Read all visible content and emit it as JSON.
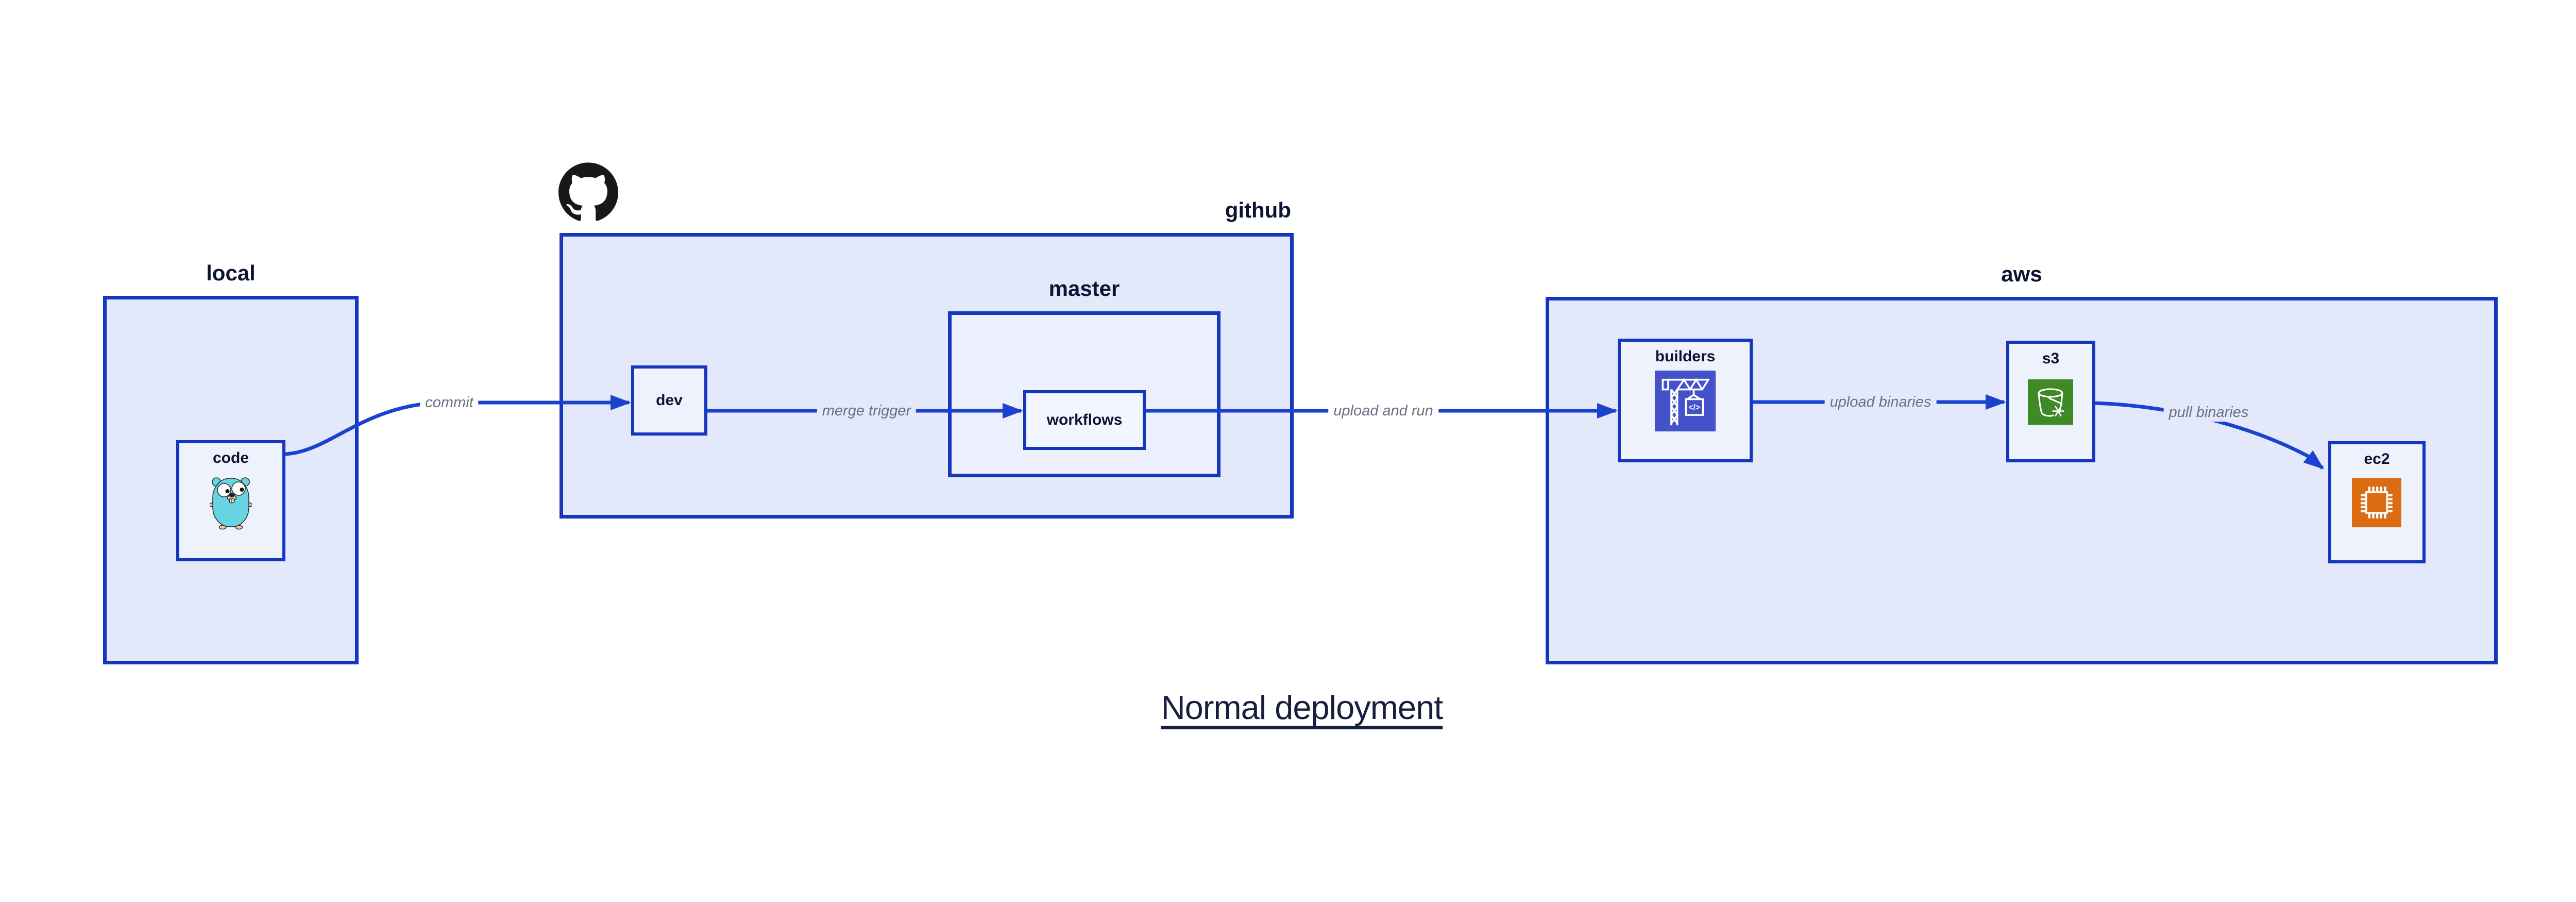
{
  "title": {
    "text": "Normal deployment"
  },
  "containers": {
    "local": {
      "label": "local"
    },
    "github": {
      "label": "github"
    },
    "master": {
      "label": "master"
    },
    "aws": {
      "label": "aws"
    }
  },
  "nodes": {
    "code": {
      "label": "code",
      "icon": "go-gopher-icon"
    },
    "dev": {
      "label": "dev"
    },
    "workflows": {
      "label": "workflows"
    },
    "builders": {
      "label": "builders",
      "icon": "codebuild-crane-icon"
    },
    "s3": {
      "label": "s3",
      "icon": "s3-bucket-snowflake-icon"
    },
    "ec2": {
      "label": "ec2",
      "icon": "ec2-chip-icon"
    }
  },
  "edges": [
    {
      "from": "code",
      "to": "dev",
      "label": "commit"
    },
    {
      "from": "dev",
      "to": "workflows",
      "label": "merge trigger"
    },
    {
      "from": "workflows",
      "to": "builders",
      "label": "upload and run"
    },
    {
      "from": "builders",
      "to": "s3",
      "label": "upload binaries"
    },
    {
      "from": "s3",
      "to": "ec2",
      "label": "pull binaries"
    }
  ],
  "icons": {
    "github_logo": "github-octocat-icon",
    "codebuild_glyph": "</>"
  },
  "colors": {
    "border-blue": "#1437BE",
    "edge-blue": "#1B42CF",
    "container-fill": "#E3E8FA",
    "master-fill": "#ECF0FC",
    "leaf-fill": "#EEF2FC",
    "workflows-fill": "#F2F6FE",
    "text-navy": "#0D1433",
    "edge-label-gray": "#6A7180",
    "octocat-black": "#191717",
    "codebuild-bg": "#4352C9",
    "s3-bg": "#3F8A26",
    "ec2-bg": "#DB6C12",
    "gopher-teal": "#66D4E2",
    "gopher-tan": "#F3CF9F",
    "title-navy": "#16203E",
    "canvas-bg": "#FFFFFF"
  }
}
